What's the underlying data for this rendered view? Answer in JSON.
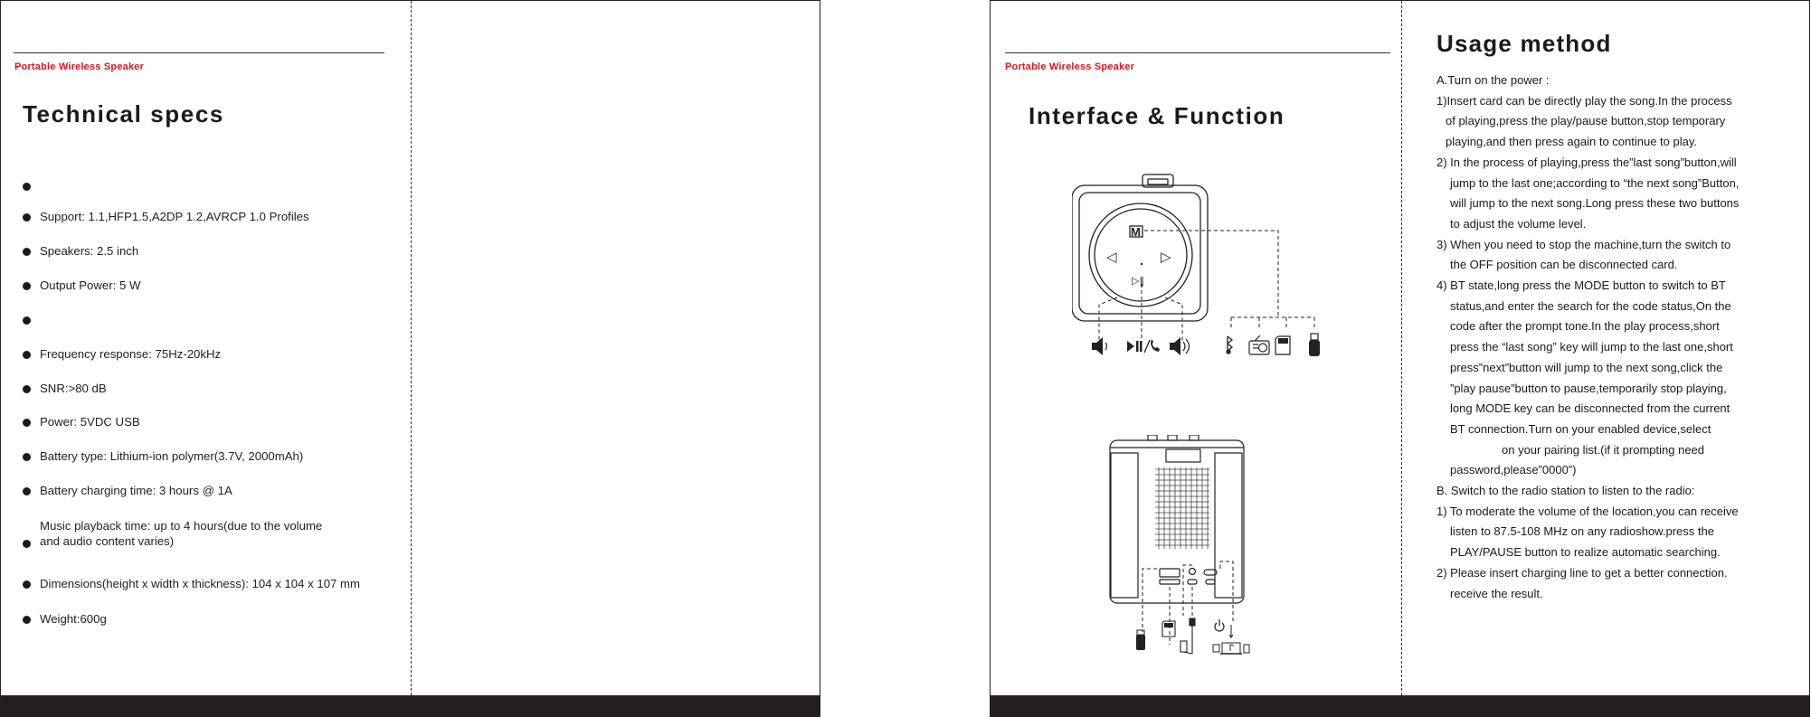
{
  "left_page": {
    "brand": "Portable Wireless Speaker",
    "title": "Technical specs",
    "specs": [
      "",
      "Support: 1.1,HFP1.5,A2DP 1.2,AVRCP 1.0 Profiles",
      "Speakers: 2.5 inch",
      "Output Power: 5 W",
      "",
      "Frequency response: 75Hz-20kHz",
      "SNR:>80 dB",
      "Power: 5VDC USB",
      "Battery type: Lithium-ion polymer(3.7V, 2000mAh)",
      "Battery charging time: 3 hours @ 1A",
      "Music playback time: up to 4 hours(due to the volume",
      "and audio content varies)",
      "Dimensions(height x width x thickness): 104 x 104 x 107 mm",
      "Weight:600g"
    ]
  },
  "right_page": {
    "brand": "Portable Wireless Speaker",
    "title": "Interface & Function",
    "usage_title": "Usage method",
    "usage_lines": [
      "A.Turn on the power :",
      "1)Insert card can be directly play the song.In the process",
      "of playing,press the play/pause button,stop temporary",
      "playing,and then press again to continue to play.",
      "2) In the process of playing,press the”last song”button,will",
      "jump to the last one;according to “the next song”Button,",
      "will jump to the next song.Long press these two buttons",
      "to adjust the volume level.",
      "3) When you need to stop the machine,turn the switch to",
      "the OFF position can be disconnected card.",
      "4) BT state,long press the MODE button to switch to BT",
      "status,and enter the search for the code status,On the",
      "code after the prompt tone.In the play process,short",
      "press the “last song” key will jump to the last one,short",
      "press”next”button will jump to the next song,click the",
      "”play pause”button to pause,temporarily stop playing,",
      "long MODE key can be disconnected from the current",
      "BT connection.Turn on your enabled device,select",
      "on your pairing list.(if it prompting need",
      "password,please”0000”)",
      "B. Switch to the radio station to listen to the radio:",
      "1) To moderate the volume of the location,you can receive",
      "listen to 87.5-108 MHz on any radioshow.press the",
      "PLAY/PAUSE button to realize automatic searching.",
      "2) Please insert charging line to get a better connection.",
      "receive the result."
    ],
    "front_panel_button_glyphs": {
      "mode": "M",
      "previous": "◁",
      "next": "▷",
      "play_pause": "▷‖"
    },
    "front_icons": [
      "volume-down-icon",
      "play-pause-phone-icon",
      "volume-up-icon",
      "bt-mode-icon",
      "radio-mode-icon",
      "tf-card-mode-icon",
      "usb-mode-icon"
    ],
    "bottom_icons": [
      "usb-drive-icon",
      "tf-card-icon",
      "aux-plug-icon",
      "power-icon",
      "charging-icon"
    ]
  },
  "colors": {
    "brand_red": "#e0141e",
    "text": "#1a1a1a",
    "footer_bar": "#231f20"
  }
}
